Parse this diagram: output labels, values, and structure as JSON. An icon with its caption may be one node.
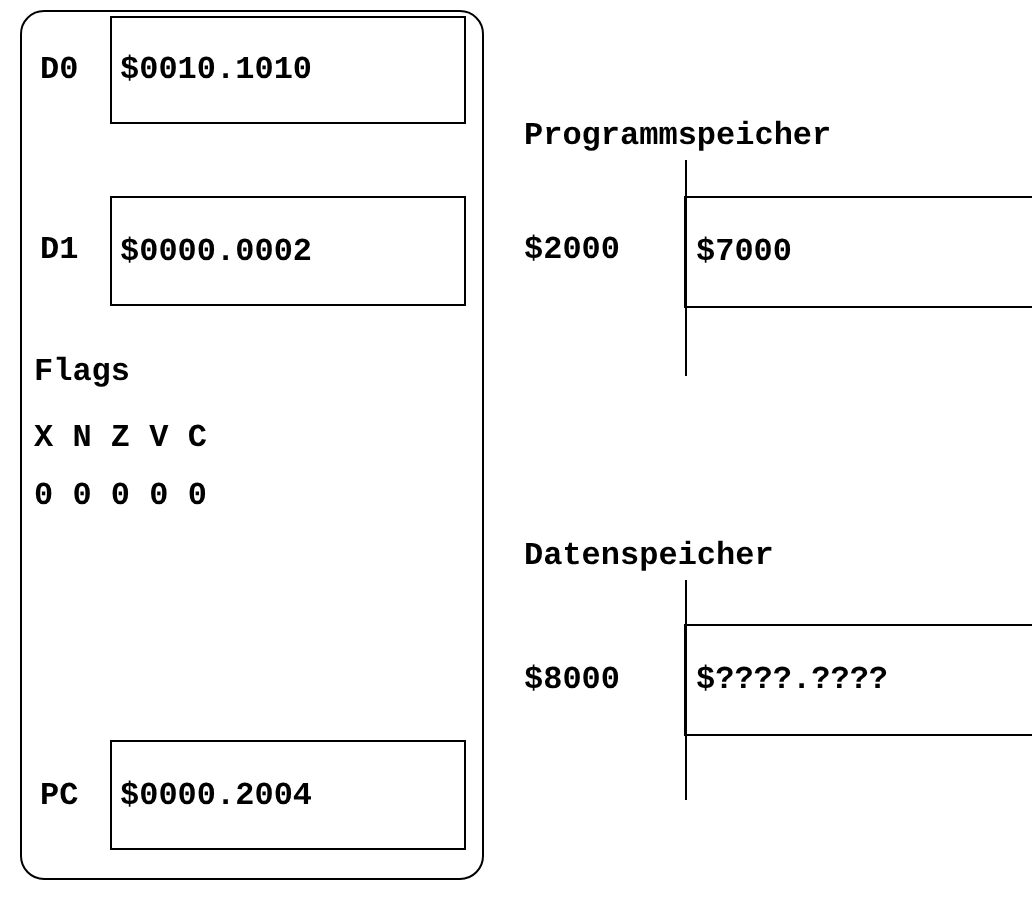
{
  "diagram": {
    "nodes": [
      {
        "text": [
          "Flags",
          "X N Z V C",
          "0 0 0 0 0"
        ]
      },
      {
        "text": [
          "$0010.1010"
        ],
        "beside": [
          "D0"
        ],
        "in": 0
      },
      {
        "text": [
          "$0000.0002"
        ],
        "beside": [
          "D1"
        ],
        "in": 0
      },
      {
        "text": [
          "$0000.2004"
        ],
        "beside": [
          "PC"
        ],
        "in": 0
      },
      {
        "text": [
          "$7000"
        ],
        "beside": [
          "$2000"
        ]
      },
      {
        "text": [
          "$????.????"
        ],
        "beside": [
          "$8000"
        ]
      }
    ],
    "labels": [
      "Programmspeicher",
      "Datenspeicher"
    ]
  }
}
